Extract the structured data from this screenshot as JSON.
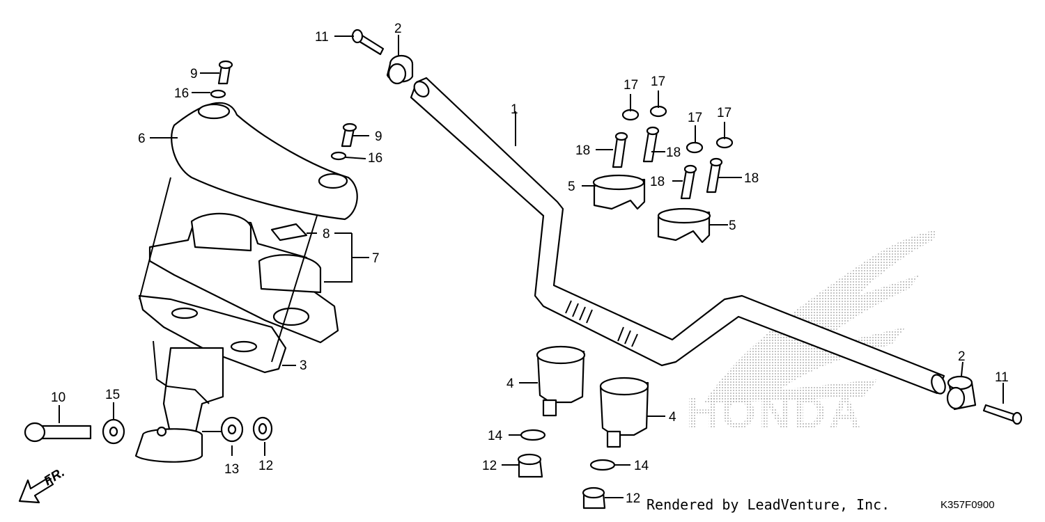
{
  "callouts": [
    "1",
    "2",
    "2",
    "3",
    "4",
    "4",
    "5",
    "5",
    "6",
    "7",
    "8",
    "9",
    "9",
    "10",
    "11",
    "11",
    "12",
    "12",
    "12",
    "13",
    "14",
    "14",
    "15",
    "16",
    "16",
    "17",
    "17",
    "17",
    "17",
    "18",
    "18",
    "18",
    "18"
  ],
  "direction_label": "FR.",
  "watermark": {
    "text": "HONDA"
  },
  "footer": {
    "credit": "Rendered by LeadVenture, Inc.",
    "diagram_code": "K357F0900"
  }
}
